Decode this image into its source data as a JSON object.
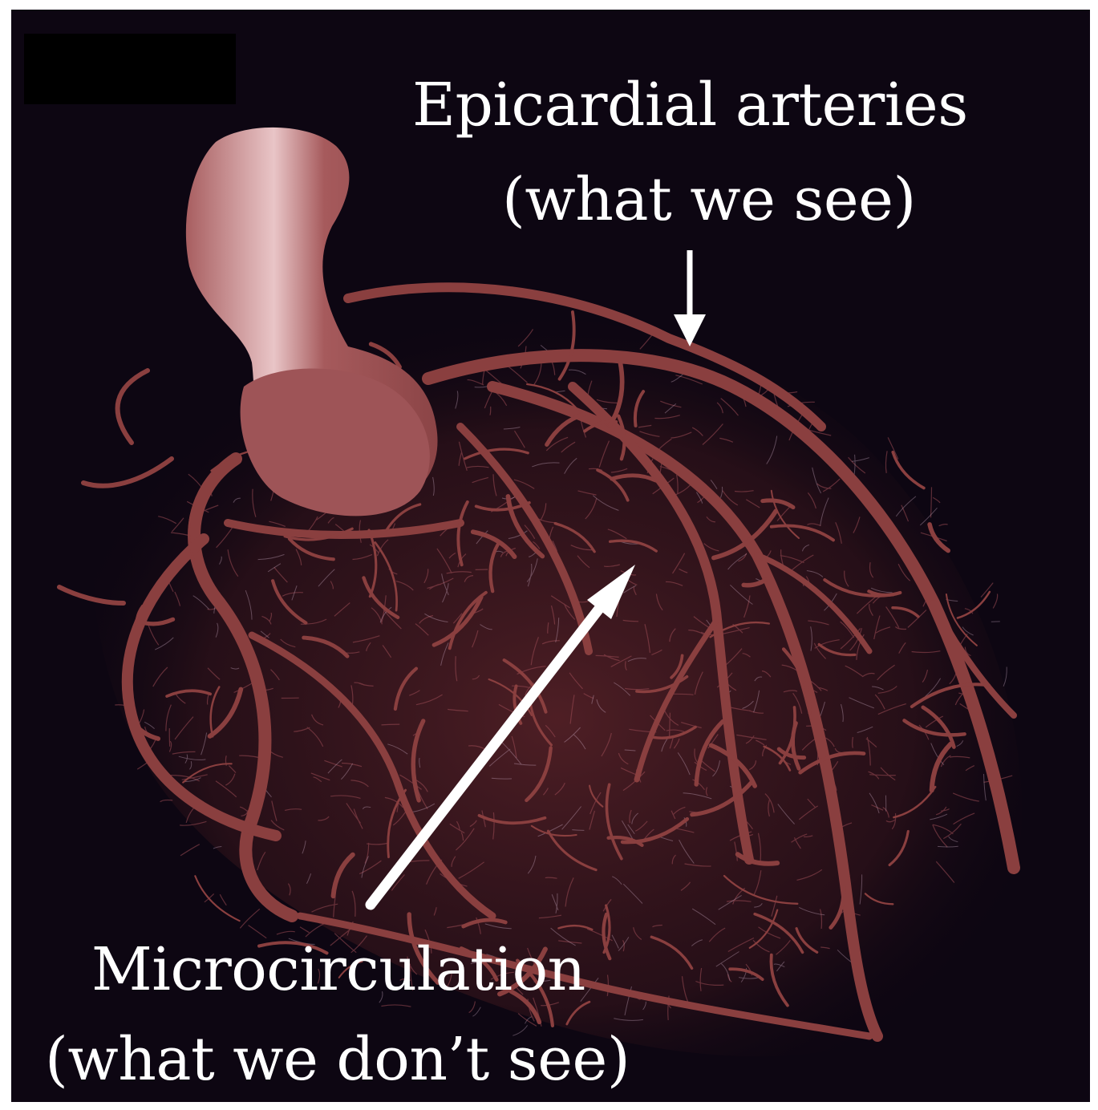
{
  "labels": {
    "epicardial_line1": "Epicardial arteries",
    "epicardial_line2": "(what we see)",
    "micro_line1": "Microcirculation",
    "micro_line2": "(what we don’t see)"
  },
  "colors": {
    "background": "#0d0612",
    "vessel": "#8a3f3f",
    "aorta": "#a4595b",
    "text": "#ffffff"
  }
}
